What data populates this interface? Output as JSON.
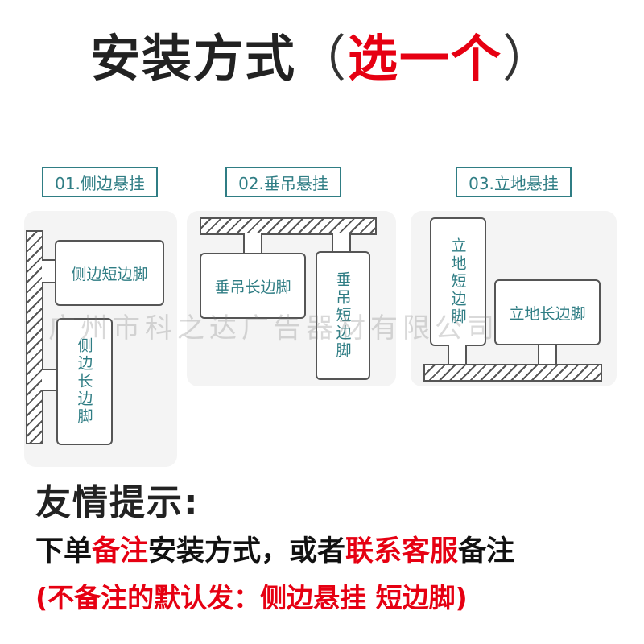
{
  "title": {
    "main": "安装方式",
    "paren_open": "（",
    "highlight": "选一个",
    "paren_close": "）"
  },
  "methods": [
    {
      "label": "01.侧边悬挂",
      "cards": [
        "侧边短边脚",
        "侧边长边脚"
      ]
    },
    {
      "label": "02.垂吊悬挂",
      "cards": [
        "垂吊长边脚",
        "垂吊短边脚"
      ]
    },
    {
      "label": "03.立地悬挂",
      "cards": [
        "立地短边脚",
        "立地长边脚"
      ]
    }
  ],
  "watermark": "广州市科之达广告器材有限公司",
  "tips": {
    "heading": "友情提示:",
    "line1_a": "下单",
    "line1_b": "备注",
    "line1_c": "安装方式，或者",
    "line1_d": "联系客服",
    "line1_e": "备注",
    "note": "(不备注的默认发：侧边悬挂 短边脚)"
  },
  "colors": {
    "accent_red": "#e60012",
    "teal": "#2f7d84"
  }
}
